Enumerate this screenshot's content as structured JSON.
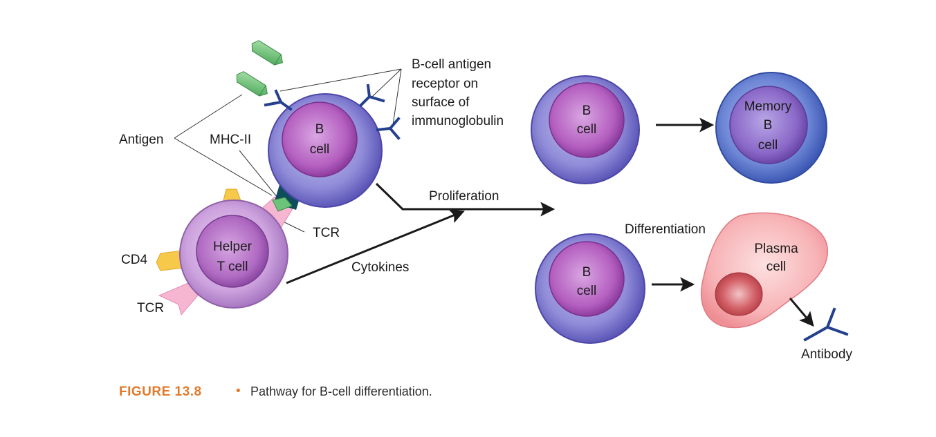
{
  "labels": {
    "antigen": "Antigen",
    "mhc": "MHC-II",
    "bcell_line1": "B",
    "bcell_line2": "cell",
    "receptor_line1": "B-cell antigen",
    "receptor_line2": "receptor on",
    "receptor_line3": "surface of",
    "receptor_line4": "immunoglobulin",
    "tcr_top": "TCR",
    "tcr_left": "TCR",
    "cd4": "CD4",
    "helper_line1": "Helper",
    "helper_line2": "T cell",
    "cytokines": "Cytokines",
    "proliferation": "Proliferation",
    "differentiation": "Differentiation",
    "bcell2_line1": "B",
    "bcell2_line2": "cell",
    "memory_line1": "Memory",
    "memory_line2": "B",
    "memory_line3": "cell",
    "bcell3_line1": "B",
    "bcell3_line2": "cell",
    "plasma_line1": "Plasma",
    "plasma_line2": "cell",
    "antibody": "Antibody"
  },
  "caption": {
    "figure": "FIGURE 13.8",
    "bullet": "•",
    "text": "Pathway for B-cell differentiation."
  },
  "colors": {
    "bcell_outer": "#7f7fcf",
    "bcell_inner": "#a44fb3",
    "memory_outer": "#4f6fc9",
    "helper_outer": "#c59ad8",
    "helper_inner": "#a65fb8",
    "plasma": "#f3a3a6",
    "nucleus": "#c9474d",
    "receptor": "#24408e",
    "antigen": "#5fbf6a",
    "mhc": "#0d4d5c",
    "tcr": "#f5b3cf",
    "cd4": "#f6c94a",
    "caption_accent": "#e07a2a"
  }
}
